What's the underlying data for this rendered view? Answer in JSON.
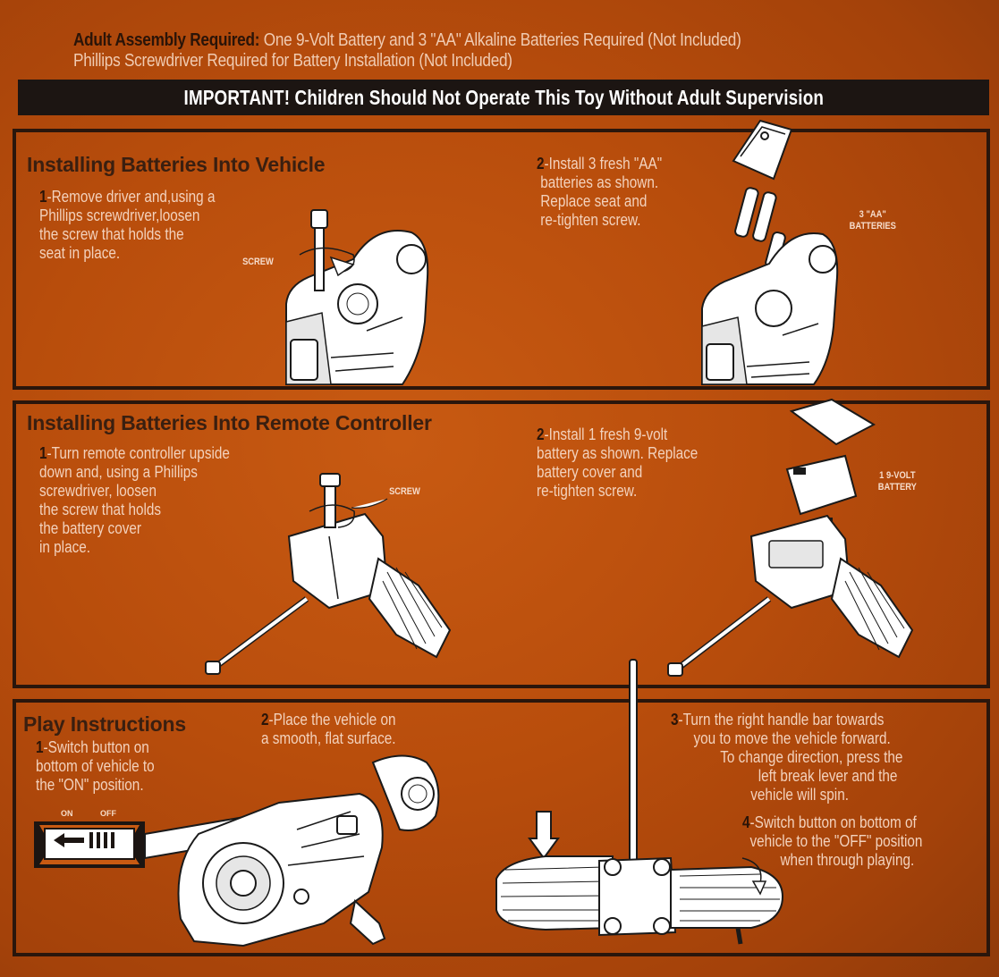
{
  "header": {
    "line1_bold": "Adult Assembly Required:",
    "line1_rest": " One 9-Volt Battery and 3 \"AA\" Alkaline Batteries Required (Not Included)",
    "line2": "Phillips Screwdriver Required for Battery Installation (Not Included)"
  },
  "banner": "IMPORTANT! Children Should Not Operate This Toy Without Adult Supervision",
  "vehicle_section": {
    "title": "Installing Batteries Into Vehicle",
    "step1_num": "1",
    "step1_lines": [
      "-Remove driver and,using a",
      "Phillips screwdriver,loosen",
      "the screw that holds the",
      "seat in place."
    ],
    "screw_label": "SCREW",
    "step2_num": "2",
    "step2_lines": [
      "-Install 3 fresh \"AA\"",
      "batteries as shown.",
      "Replace seat and",
      "re-tighten screw."
    ],
    "batteries_label": [
      "3 \"AA\"",
      "BATTERIES"
    ]
  },
  "remote_section": {
    "title": "Installing Batteries Into Remote Controller",
    "step1_num": "1",
    "step1_lines": [
      "-Turn remote controller upside",
      "down and, using a Phillips",
      "screwdriver, loosen",
      "the screw that holds",
      "the battery cover",
      "in place."
    ],
    "screw_label": "SCREW",
    "step2_num": "2",
    "step2_lines": [
      "-Install 1 fresh 9-volt",
      "battery as shown. Replace",
      "battery cover and",
      "re-tighten screw."
    ],
    "battery_label": [
      "1  9-VOLT",
      "BATTERY"
    ]
  },
  "play_section": {
    "title": "Play Instructions",
    "step1_num": "1",
    "step1_lines": [
      "-Switch button on",
      "bottom of vehicle to",
      "the \"ON\" position."
    ],
    "switch_on": "ON",
    "switch_off": "OFF",
    "step2_num": "2",
    "step2_lines": [
      "-Place the vehicle on",
      "a smooth, flat surface."
    ],
    "step3_num": "3",
    "step3_lines": [
      "-Turn the right handle bar towards",
      "you to move the vehicle forward.",
      "To change direction, press the",
      "left break lever and the",
      "vehicle will spin."
    ],
    "step4_num": "4",
    "step4_lines": [
      "-Switch button on bottom of",
      "vehicle to the \"OFF\" position",
      "when through playing."
    ]
  }
}
